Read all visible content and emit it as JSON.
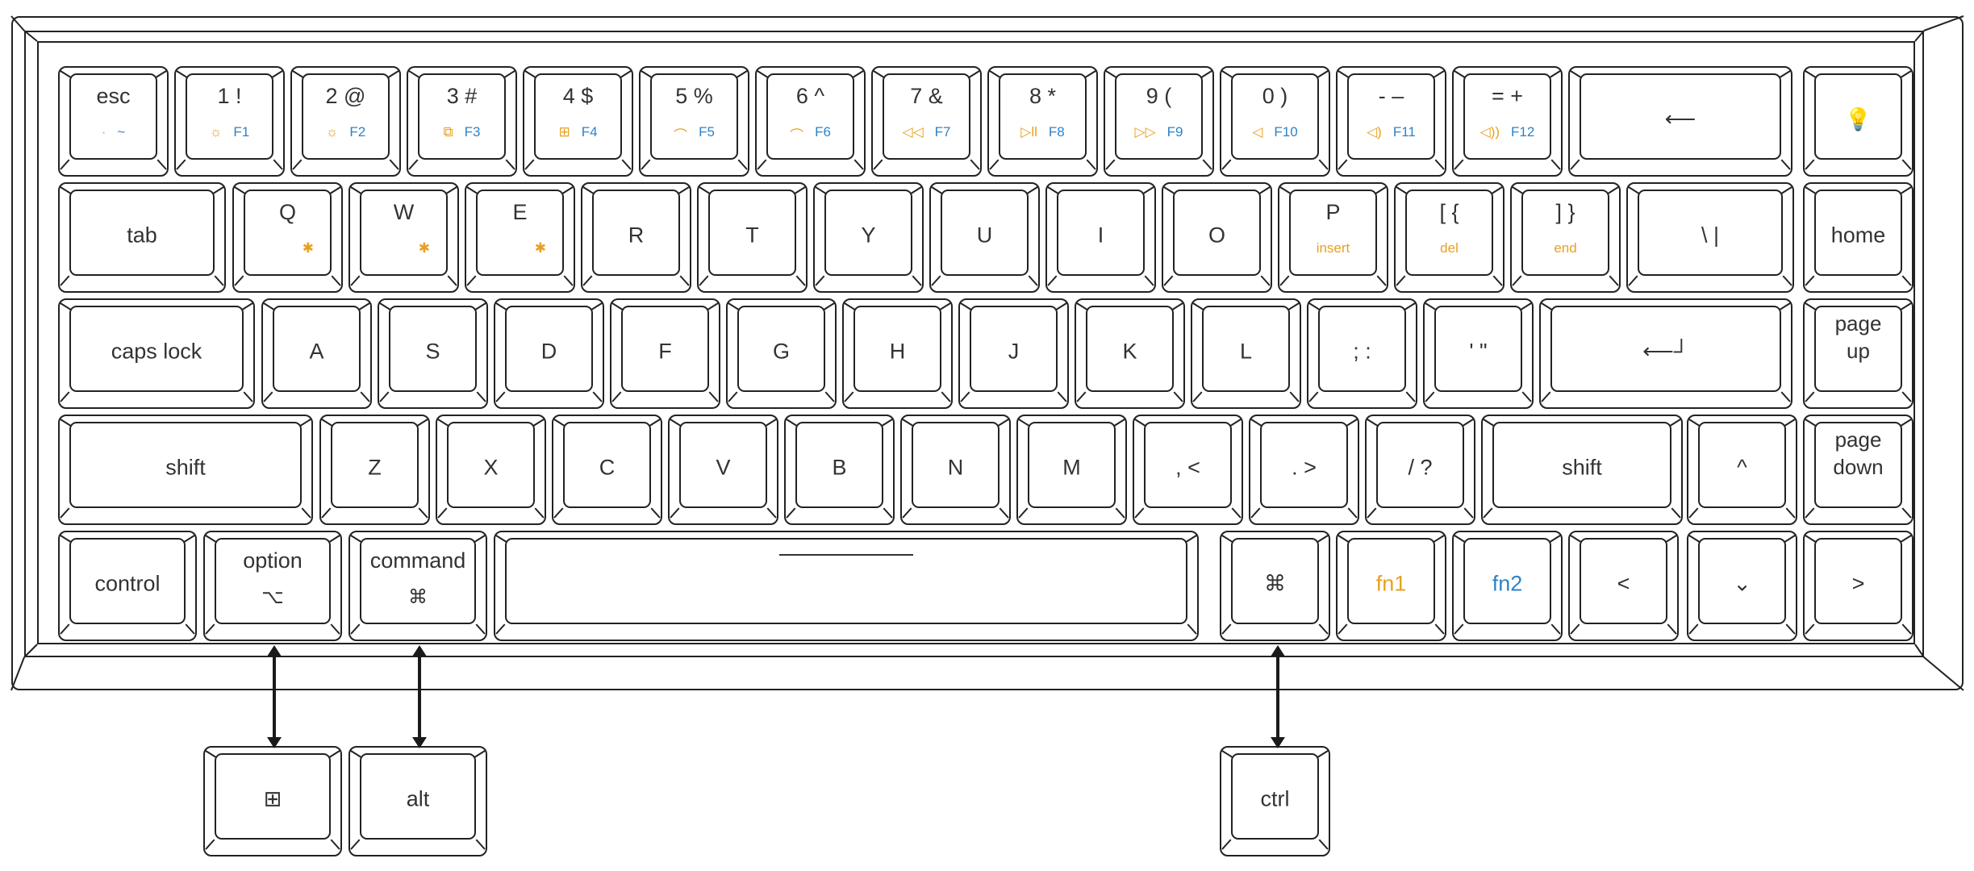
{
  "colors": {
    "outline": "#222222",
    "orange": "#e8a020",
    "blue": "#2f82c8",
    "arrow": "#1a1a1a"
  },
  "row1": [
    {
      "main": "esc",
      "sub_l": "·",
      "sub_r": "~"
    },
    {
      "main": "1 !",
      "icon": "backlight-mode-icon",
      "icon_glyph": "☼",
      "fn": "F1"
    },
    {
      "main": "2 @",
      "icon": "brightness-icon",
      "icon_glyph": "☼",
      "fn": "F2"
    },
    {
      "main": "3 #",
      "icon": "mission-control-icon",
      "icon_glyph": "⧉",
      "fn": "F3"
    },
    {
      "main": "4 $",
      "icon": "launchpad-icon",
      "icon_glyph": "⊞",
      "fn": "F4"
    },
    {
      "main": "5 %",
      "icon": "backlight-down-icon",
      "icon_glyph": "⌒",
      "fn": "F5"
    },
    {
      "main": "6 ^",
      "icon": "backlight-up-icon",
      "icon_glyph": "⌒",
      "fn": "F6"
    },
    {
      "main": "7 &",
      "icon": "rewind-icon",
      "icon_glyph": "◁◁",
      "fn": "F7"
    },
    {
      "main": "8 *",
      "icon": "play-pause-icon",
      "icon_glyph": "▷ll",
      "fn": "F8"
    },
    {
      "main": "9 (",
      "icon": "fast-forward-icon",
      "icon_glyph": "▷▷",
      "fn": "F9"
    },
    {
      "main": "0 )",
      "icon": "mute-icon",
      "icon_glyph": "◁",
      "fn": "F10"
    },
    {
      "main": "- –",
      "icon": "volume-down-icon",
      "icon_glyph": "◁)",
      "fn": "F11"
    },
    {
      "main": "= +",
      "icon": "volume-up-icon",
      "icon_glyph": "◁))",
      "fn": "F12"
    },
    {
      "main": "⟵"
    },
    {
      "main": "💡"
    }
  ],
  "row2": [
    {
      "main": "tab"
    },
    {
      "main": "Q",
      "sub": "✱"
    },
    {
      "main": "W",
      "sub": "✱"
    },
    {
      "main": "E",
      "sub": "✱"
    },
    {
      "main": "R"
    },
    {
      "main": "T"
    },
    {
      "main": "Y"
    },
    {
      "main": "U"
    },
    {
      "main": "I"
    },
    {
      "main": "O"
    },
    {
      "main": "P",
      "sub": "insert"
    },
    {
      "main": "[ {",
      "sub": "del"
    },
    {
      "main": "] }",
      "sub": "end"
    },
    {
      "main": "\\ |"
    },
    {
      "main": "home"
    }
  ],
  "row3": [
    {
      "main": "caps lock"
    },
    {
      "main": "A"
    },
    {
      "main": "S"
    },
    {
      "main": "D"
    },
    {
      "main": "F"
    },
    {
      "main": "G"
    },
    {
      "main": "H"
    },
    {
      "main": "J"
    },
    {
      "main": "K"
    },
    {
      "main": "L"
    },
    {
      "main": "; :"
    },
    {
      "main": "' \""
    },
    {
      "main": "⟵┘"
    },
    {
      "main": "page up"
    }
  ],
  "row4": [
    {
      "main": "shift"
    },
    {
      "main": "Z"
    },
    {
      "main": "X"
    },
    {
      "main": "C"
    },
    {
      "main": "V"
    },
    {
      "main": "B"
    },
    {
      "main": "N"
    },
    {
      "main": "M"
    },
    {
      "main": ", <"
    },
    {
      "main": ". >"
    },
    {
      "main": "/ ?"
    },
    {
      "main": "shift"
    },
    {
      "main": "^"
    },
    {
      "main": "page down"
    }
  ],
  "row5": [
    {
      "main": "control"
    },
    {
      "main": "option",
      "sub": "⌥"
    },
    {
      "main": "command",
      "sub": "⌘"
    },
    {
      "main": ""
    },
    {
      "main": "⌘"
    },
    {
      "main": "fn1"
    },
    {
      "main": "fn2"
    },
    {
      "main": "<"
    },
    {
      "main": "⌄"
    },
    {
      "main": ">"
    }
  ],
  "replacements": [
    {
      "main": "⊞"
    },
    {
      "main": "alt"
    },
    {
      "main": "ctrl"
    }
  ]
}
